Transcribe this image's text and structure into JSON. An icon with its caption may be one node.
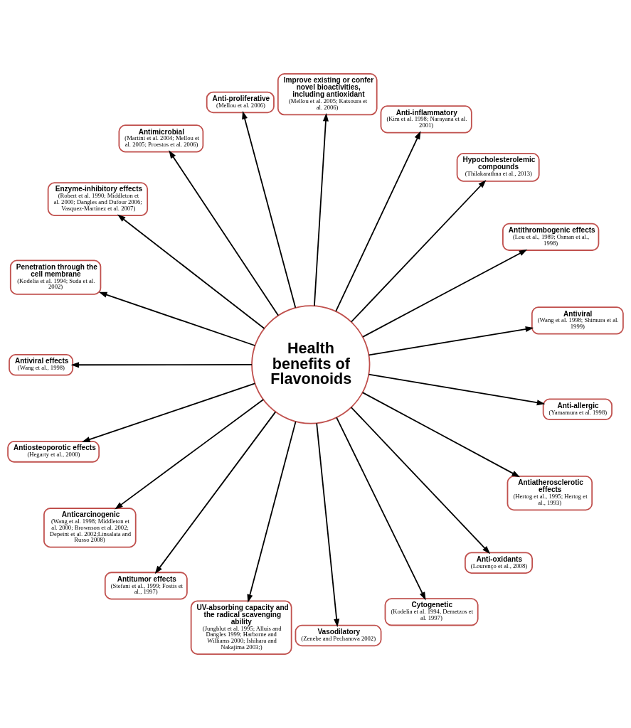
{
  "diagram": {
    "nodes": [
      {
        "text": [
          "Health benefits of Flavonoids"
        ]
      },
      {
        "text": [
          "Improve existing or confer novel bioactivities, including antioxidant",
          "(Mellou et al. 2005; Katsoura et al. 2006)"
        ]
      },
      {
        "text": [
          "Anti-inflammatory",
          "(Kim et al. 1998; Narayana et al. 2001)"
        ]
      },
      {
        "text": [
          "Hypocholesterolemic compounds",
          "(Thilakarathna et al., 2013)"
        ]
      },
      {
        "text": [
          "Antithrombogenic effects",
          "(Lou et al., 1989; Osman et al., 1998)"
        ]
      },
      {
        "text": [
          "Antiviral",
          "(Wang et al. 1998; Shimura et al. 1999)"
        ]
      },
      {
        "text": [
          "Anti-allergic",
          "(Yamamura et al. 1998)"
        ]
      },
      {
        "text": [
          "Antiatherosclerotic effects",
          "(Hertog et al., 1995; Hertog et al., 1993)"
        ]
      },
      {
        "text": [
          "Anti-oxidants",
          "(Lourenço et al., 2008)"
        ]
      },
      {
        "text": [
          "Cytogenetic",
          "(Kodelia et al. 1994, Demetzos et al. 1997)"
        ]
      },
      {
        "text": [
          "Vasodilatory",
          "(Zenebe and Pechanova 2002)"
        ]
      },
      {
        "text": [
          "UV-absorbing capacity and the radical scavenging ability",
          "(Jungblut et al. 1995; Alluis and Dangles 1999; Harborne and Williams 2000; Ishihara and Nakajima 2003;)"
        ]
      },
      {
        "text": [
          "Antitumor effects",
          "(Stefani et al., 1999; Fostis et al., 1997)"
        ]
      },
      {
        "text": [
          "Anticarcinogenic",
          "(Wang et al. 1998; Middleton et al. 2000; Brownson et al. 2002; Depeint et al. 2002;Linsalata and Russo 2008)"
        ]
      },
      {
        "text": [
          "Antiosteoporotic effects",
          "(Hegarty et al., 2000)"
        ]
      },
      {
        "text": [
          "Antiviral effects",
          "(Wang et al., 1998)"
        ]
      },
      {
        "text": [
          "Penetration through the cell membrane",
          "(Kodelia et al. 1994; Suda et al. 2002)"
        ]
      },
      {
        "text": [
          "Enzyme-inhibitory effects",
          "(Robert et al. 1990; Middleton et al. 2000; Dangles and Dufour 2006; Vasquez-Martinez et al. 2007)"
        ]
      },
      {
        "text": [
          "Antimicrobial",
          "(Martini et al. 2004; Mellou et al. 2005; Proestos et al. 2006)"
        ]
      },
      {
        "text": [
          "Anti-proliferative",
          "(Mellou et al. 2006)"
        ]
      }
    ],
    "edges": [
      {
        "from": 0,
        "to": 1,
        "arrow": "to"
      },
      {
        "from": 0,
        "to": 2,
        "arrow": "to"
      },
      {
        "from": 0,
        "to": 3,
        "arrow": "to"
      },
      {
        "from": 0,
        "to": 4,
        "arrow": "to"
      },
      {
        "from": 0,
        "to": 5,
        "arrow": "to"
      },
      {
        "from": 0,
        "to": 6,
        "arrow": "to"
      },
      {
        "from": 0,
        "to": 7,
        "arrow": "to"
      },
      {
        "from": 0,
        "to": 8,
        "arrow": "to"
      },
      {
        "from": 0,
        "to": 9,
        "arrow": "to"
      },
      {
        "from": 0,
        "to": 10,
        "arrow": "to"
      },
      {
        "from": 0,
        "to": 11,
        "arrow": "to"
      },
      {
        "from": 0,
        "to": 12,
        "arrow": "to"
      },
      {
        "from": 0,
        "to": 13,
        "arrow": "to"
      },
      {
        "from": 0,
        "to": 14,
        "arrow": "to"
      },
      {
        "from": 0,
        "to": 15,
        "arrow": "to"
      },
      {
        "from": 0,
        "to": 16,
        "arrow": "to"
      },
      {
        "from": 0,
        "to": 17,
        "arrow": "to"
      },
      {
        "from": 0,
        "to": 18,
        "arrow": "to"
      },
      {
        "from": 0,
        "to": 19,
        "arrow": "to"
      }
    ]
  }
}
